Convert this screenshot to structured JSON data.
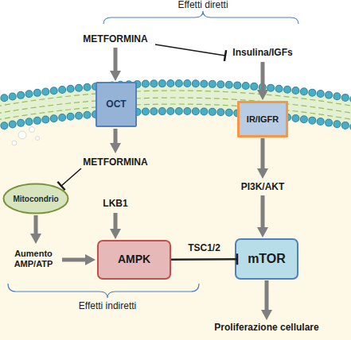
{
  "diagram": {
    "nodes": [
      {
        "text": [
          "OCT"
        ]
      },
      {
        "text": [
          "IR/IGFR"
        ]
      },
      {
        "text": [
          "Mitocondrio"
        ]
      },
      {
        "text": [
          "AMPK"
        ]
      },
      {
        "text": [
          "mTOR"
        ]
      }
    ],
    "edges": [
      {
        "from": 3,
        "to": 4,
        "arrow": "to",
        "label": "TSC1/2"
      }
    ],
    "labels": [
      "Effetti diretti",
      "METFORMINA",
      "Insulina/IGFs",
      "METFORMINA",
      "LKB1",
      "PI3K/AKT",
      "Aumento AMP/ATP",
      "Effetti indiretti",
      "Proliferazione cellulare"
    ]
  }
}
